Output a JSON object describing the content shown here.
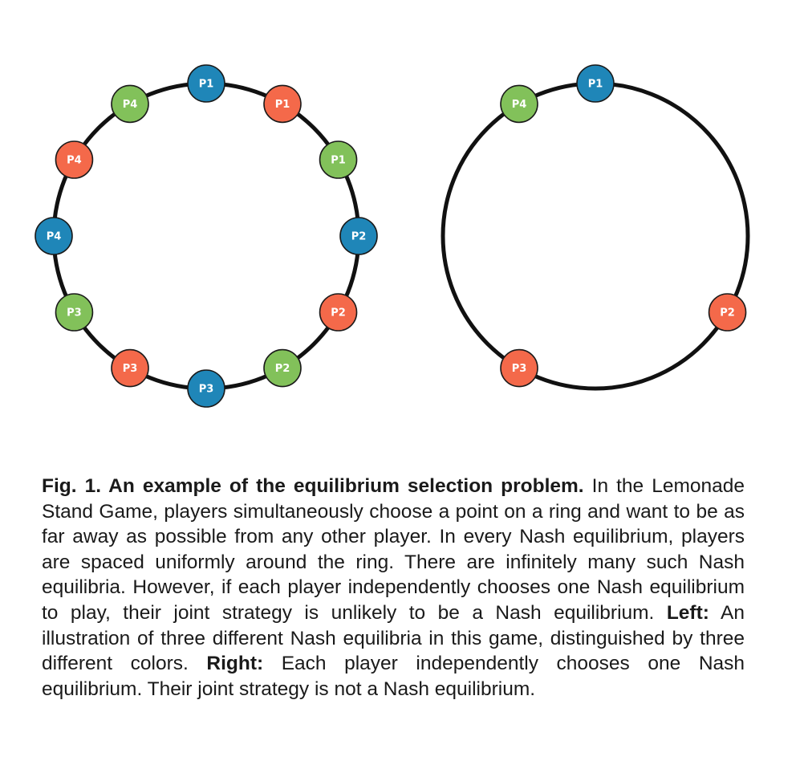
{
  "colors": {
    "blue": "#1f86b8",
    "orange": "#f4694a",
    "green": "#82c15a",
    "ring": "#111111"
  },
  "left_diagram": {
    "nodes": [
      {
        "label": "P1",
        "color": "blue",
        "angle_deg": 90
      },
      {
        "label": "P1",
        "color": "orange",
        "angle_deg": 60
      },
      {
        "label": "P1",
        "color": "green",
        "angle_deg": 30
      },
      {
        "label": "P2",
        "color": "blue",
        "angle_deg": 0
      },
      {
        "label": "P2",
        "color": "orange",
        "angle_deg": -30
      },
      {
        "label": "P2",
        "color": "green",
        "angle_deg": -60
      },
      {
        "label": "P3",
        "color": "blue",
        "angle_deg": -90
      },
      {
        "label": "P3",
        "color": "orange",
        "angle_deg": -120
      },
      {
        "label": "P3",
        "color": "green",
        "angle_deg": -150
      },
      {
        "label": "P4",
        "color": "blue",
        "angle_deg": 180
      },
      {
        "label": "P4",
        "color": "orange",
        "angle_deg": 150
      },
      {
        "label": "P4",
        "color": "green",
        "angle_deg": 120
      }
    ]
  },
  "right_diagram": {
    "nodes": [
      {
        "label": "P1",
        "color": "blue",
        "angle_deg": 90
      },
      {
        "label": "P4",
        "color": "green",
        "angle_deg": 120
      },
      {
        "label": "P2",
        "color": "orange",
        "angle_deg": -30
      },
      {
        "label": "P3",
        "color": "orange",
        "angle_deg": -120
      }
    ]
  },
  "caption": {
    "figure_label": "Fig. 1. An example of the equilibrium selection problem.",
    "text_1": " In the Lemonade Stand Game, players simultaneously choose a point on a ring and want to be as far away as possible from any other player. In every Nash equilibrium, players are spaced uniformly around the ring. There are infinitely many such Nash equilibria. However, if each player independently chooses one Nash equilibrium to play, their joint strategy is unlikely to be a Nash equilibrium. ",
    "left_label": "Left:",
    "text_2": " An illustration of three different Nash equilibria in this game, distinguished by three different colors. ",
    "right_label": "Right:",
    "text_3": " Each player independently chooses one Nash equilibrium. Their joint strategy is not a Nash equilibrium."
  }
}
